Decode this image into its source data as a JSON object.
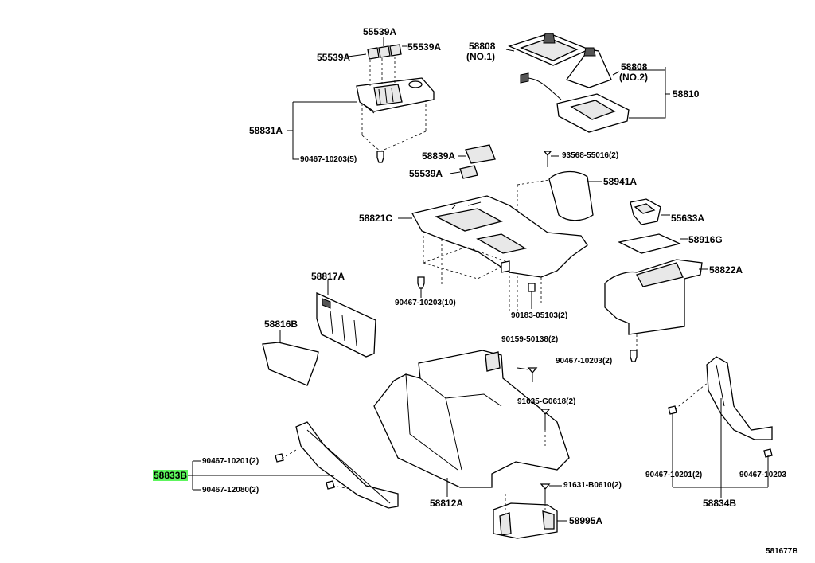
{
  "diagram": {
    "labels": {
      "p55539a_top": "55539A",
      "p55539a_left": "55539A",
      "p55539a_right": "55539A",
      "p58808_no1": "58808",
      "p58808_no1_sub": "(NO.1)",
      "p58808_no2": "58808",
      "p58808_no2_sub": "(NO.2)",
      "p58810": "58810",
      "p58831a": "58831A",
      "p90467_10203_5": "90467-10203(5)",
      "p58839a": "58839A",
      "p55539a_mid": "55539A",
      "p93568_55016_2": "93568-55016(2)",
      "p58941a": "58941A",
      "p58821c": "58821C",
      "p55633a": "55633A",
      "p58916g": "58916G",
      "p58822a": "58822A",
      "p58817a": "58817A",
      "p90467_10203_10": "90467-10203(10)",
      "p90183_05103_2": "90183-05103(2)",
      "p58816b": "58816B",
      "p90159_50138_2": "90159-50138(2)",
      "p90467_10203_2": "90467-10203(2)",
      "p91635_g0618_2": "91635-G0618(2)",
      "p90467_10201_2_left": "90467-10201(2)",
      "p58833b": "58833B",
      "p90467_12080_2": "90467-12080(2)",
      "p58812a": "58812A",
      "p91631_b0610_2": "91631-B0610(2)",
      "p58995a": "58995A",
      "p90467_10201_2_right": "90467-10201(2)",
      "p90467_10203_right": "90467-10203",
      "p58834b": "58834B",
      "drawing_id": "581677B"
    },
    "highlight_color": "#5df55d"
  }
}
